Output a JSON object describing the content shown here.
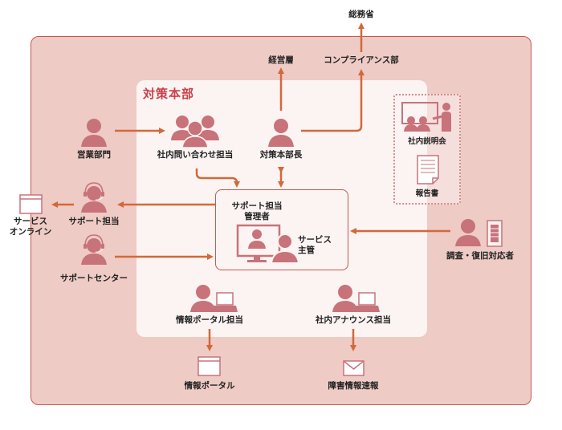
{
  "colors": {
    "accent": "#d2693a",
    "person": "#c8727a",
    "outer_bg": "#eecbc5",
    "inner_bg": "#fbf4f3",
    "title": "#c9404a",
    "border": "#c9574f"
  },
  "headquarters": {
    "title": "対策本部"
  },
  "nodes": {
    "soumusho": "総務省",
    "keieiso": "経営層",
    "compliance": "コンプライアンス部",
    "eigyo": "営業部門",
    "shanai_toiawase": "社内問い合わせ担当",
    "honbucho": "対策本部長",
    "support_tanto": "サポート担当",
    "service_online_1": "サービス",
    "service_online_2": "オンライン",
    "support_center": "サポートセンター",
    "manager_1": "サポート担当",
    "manager_2": "管理者",
    "service_shukan_1": "サービス",
    "service_shukan_2": "主管",
    "briefing": "社内説明会",
    "report": "報告書",
    "investigator": "調査・復旧対応者",
    "portal_tanto": "情報ポータル担当",
    "announce_tanto": "社内アナウンス担当",
    "portal": "情報ポータル",
    "bulletin": "障害情報速報"
  }
}
